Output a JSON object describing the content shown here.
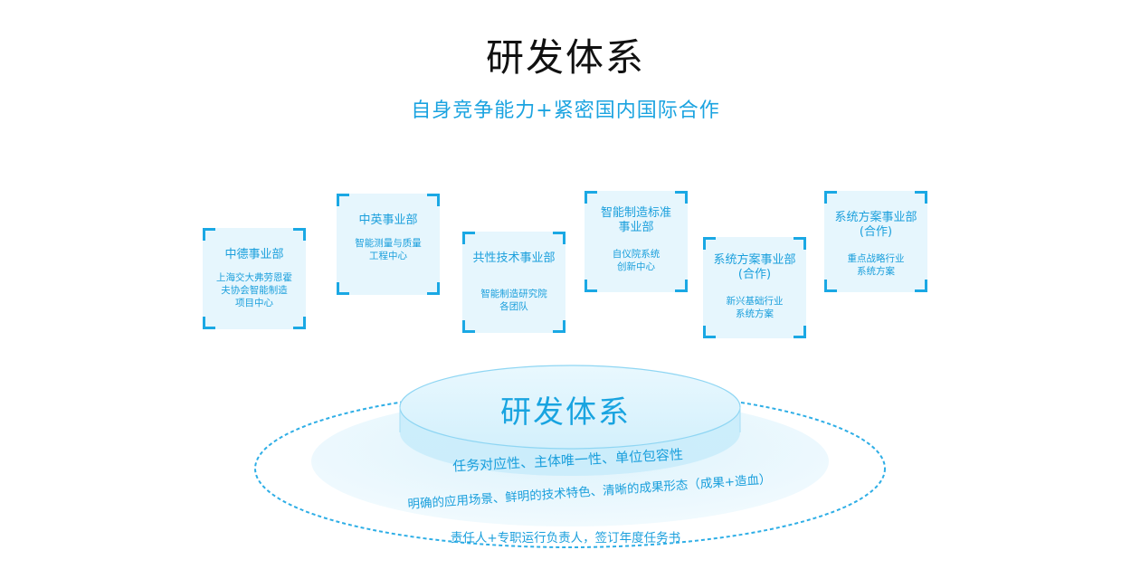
{
  "header": {
    "title": "研发体系",
    "subtitle": "自身竞争能力+紧密国内国际合作"
  },
  "departments": [
    {
      "title": "中德事业部",
      "description": "上海交大弗劳恩霍\n夫协会智能制造\n项目中心"
    },
    {
      "title": "中英事业部",
      "description": "智能测量与质量\n工程中心"
    },
    {
      "title": "共性技术事业部",
      "description": "智能制造研究院\n各团队"
    },
    {
      "title": "智能制造标准\n事业部",
      "description": "自仪院系统\n创新中心"
    },
    {
      "title": "系统方案事业部\n(合作)",
      "description": "新兴基础行业\n系统方案"
    },
    {
      "title": "系统方案事业部\n(合作)",
      "description": "重点战略行业\n系统方案"
    }
  ],
  "core": {
    "title": "研发体系",
    "ring_1": "任务对应性、主体唯一性、单位包容性",
    "ring_2": "明确的应用场景、鲜明的技术特色、清晰的成果形态（成果+造血）",
    "ring_3": "责任人+专职运行负责人，签订年度任务书"
  },
  "colors": {
    "accent": "#1aa3e0",
    "card_bg": "#e6f6fd",
    "title": "#111111"
  }
}
